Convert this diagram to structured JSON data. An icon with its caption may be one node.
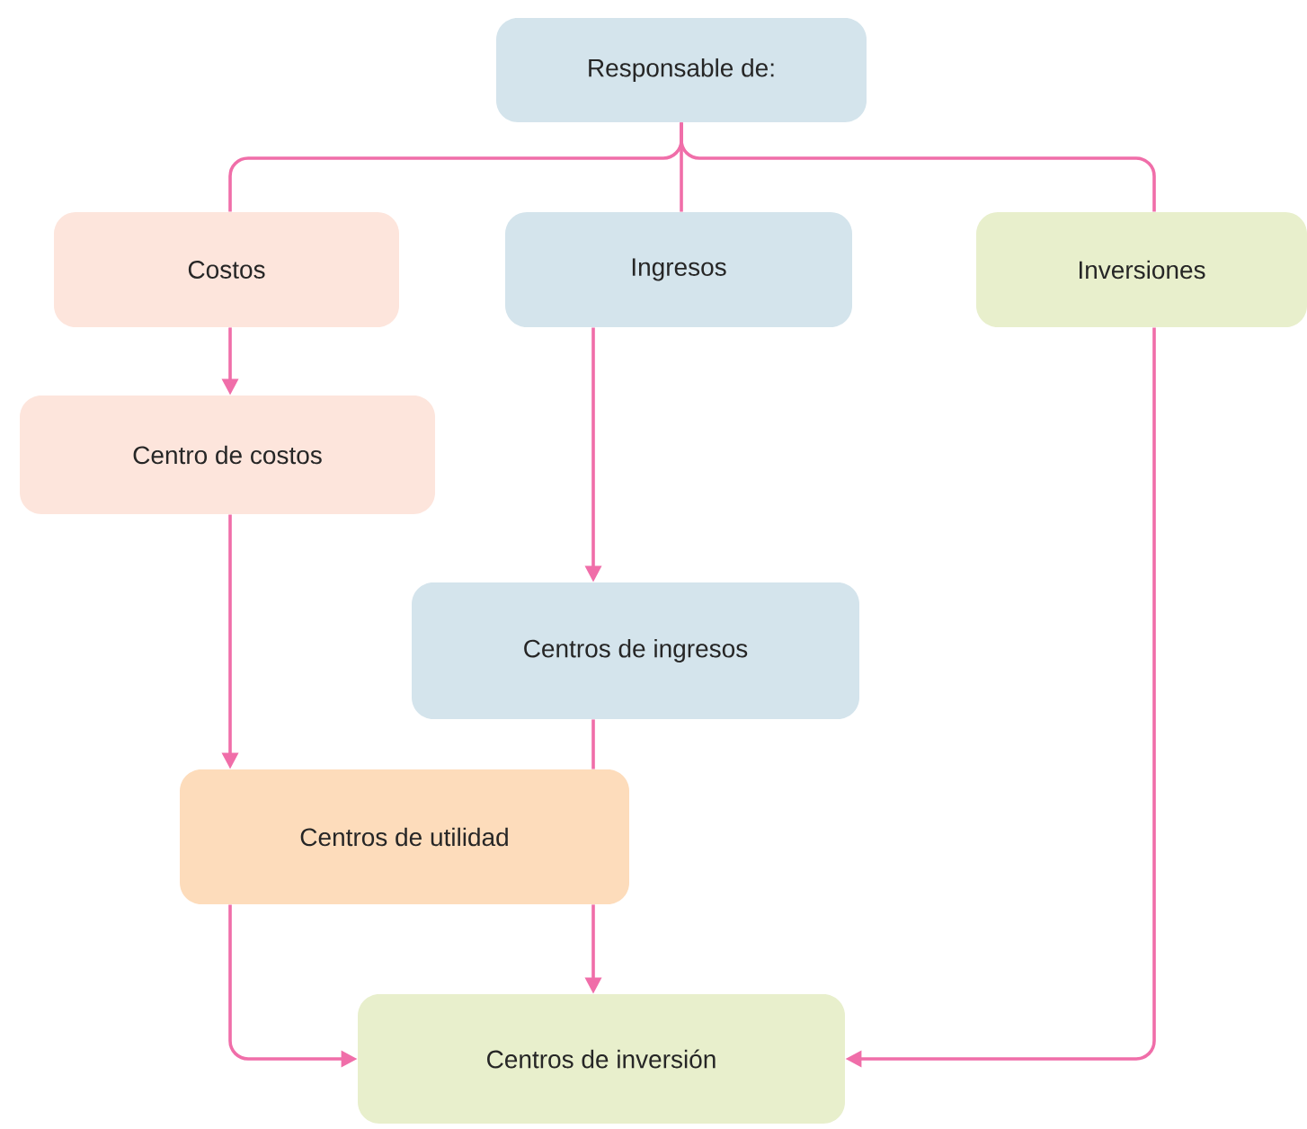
{
  "diagram": {
    "nodes": [
      {
        "text": [
          "Responsable de:"
        ]
      },
      {
        "text": [
          "Costos"
        ]
      },
      {
        "text": [
          "Ingresos"
        ]
      },
      {
        "text": [
          "Inversiones"
        ]
      },
      {
        "text": [
          "Centro de costos"
        ]
      },
      {
        "text": [
          "Centros de ingresos"
        ]
      },
      {
        "text": [
          "Centros de utilidad"
        ]
      },
      {
        "text": [
          "Centros de inversión"
        ]
      }
    ],
    "edges": [
      {
        "from": 0,
        "to": 1,
        "arrow": "none"
      },
      {
        "from": 0,
        "to": 2,
        "arrow": "none"
      },
      {
        "from": 0,
        "to": 3,
        "arrow": "none"
      },
      {
        "from": 1,
        "to": 4,
        "arrow": "to"
      },
      {
        "from": 2,
        "to": 5,
        "arrow": "to"
      },
      {
        "from": 4,
        "to": 6,
        "arrow": "to"
      },
      {
        "from": 5,
        "to": 6,
        "arrow": "none"
      },
      {
        "from": 6,
        "to": 7,
        "arrow": "to"
      },
      {
        "from": 6,
        "to": 7,
        "arrow": "to"
      },
      {
        "from": 3,
        "to": 7,
        "arrow": "to"
      }
    ]
  }
}
